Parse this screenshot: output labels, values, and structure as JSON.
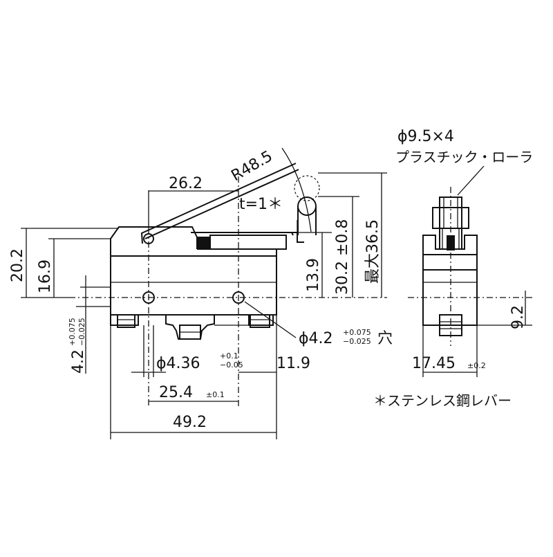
{
  "front_view": {
    "dim_width_total": "49.2",
    "dim_pitch": "25.4",
    "dim_pitch_tol": "±0.1",
    "dim_hole_to_end": "11.9",
    "dim_lever_pivot": "26.2",
    "dim_lever_radius": "R48.5",
    "lever_thickness": "t=1＊",
    "dim_height_body": "20.2",
    "dim_height_top": "16.9",
    "dim_hole_height": "4.2",
    "dim_hole_height_tol_plus": "+0.075",
    "dim_hole_height_tol_minus": "−0.025",
    "dim_mount_hole_dia": "ϕ4.36",
    "dim_mount_hole_tol_plus": "+0.1",
    "dim_mount_hole_tol_minus": "−0.05",
    "dim_hole_label": "ϕ4.2",
    "dim_hole_label_tol_plus": "+0.075",
    "dim_hole_label_tol_minus": "−0.025",
    "dim_hole_label_suffix": "穴",
    "dim_op_height": "13.9",
    "dim_fp_height": "30.2",
    "dim_fp_height_tol": "±0.8",
    "dim_max_height": "最大36.5"
  },
  "side_view": {
    "roller_spec": "ϕ9.5×4",
    "roller_material": "プラスチック・ローラ",
    "dim_thickness": "17.45",
    "dim_thickness_tol": "±0.2",
    "dim_hole_height": "9.2"
  },
  "notes": {
    "lever_material": "＊ステンレス鋼レバー"
  }
}
